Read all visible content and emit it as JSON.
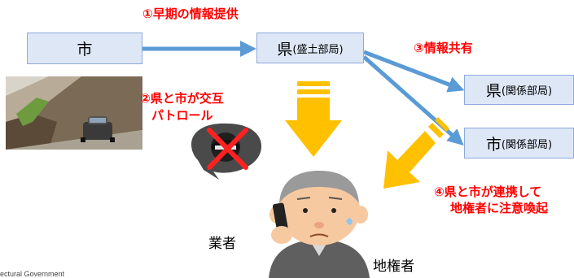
{
  "nodes": {
    "city": {
      "label": "市"
    },
    "pref_main": {
      "label": "県",
      "sub": "(盛土部局)"
    },
    "pref_related": {
      "label": "県",
      "sub": "(関係部局)"
    },
    "city_related": {
      "label": "市",
      "sub": "(関係部局)"
    }
  },
  "steps": {
    "step1": "①早期の情報提供",
    "step2_line1": "②県と市が交互",
    "step2_line2": "パトロール",
    "step3": "③情報共有",
    "step4_line1": "④県と市が連携して",
    "step4_line2": "地権者に注意喚起"
  },
  "people": {
    "contractor": "業者",
    "landowner": "地権者"
  },
  "footer": "ectural Government",
  "colors": {
    "box_fill": "#dde7f5",
    "box_border": "#8eaadb",
    "arrow_blue": "#5b9bd5",
    "arrow_yellow": "#ffc000",
    "step_text": "#ff0000"
  }
}
